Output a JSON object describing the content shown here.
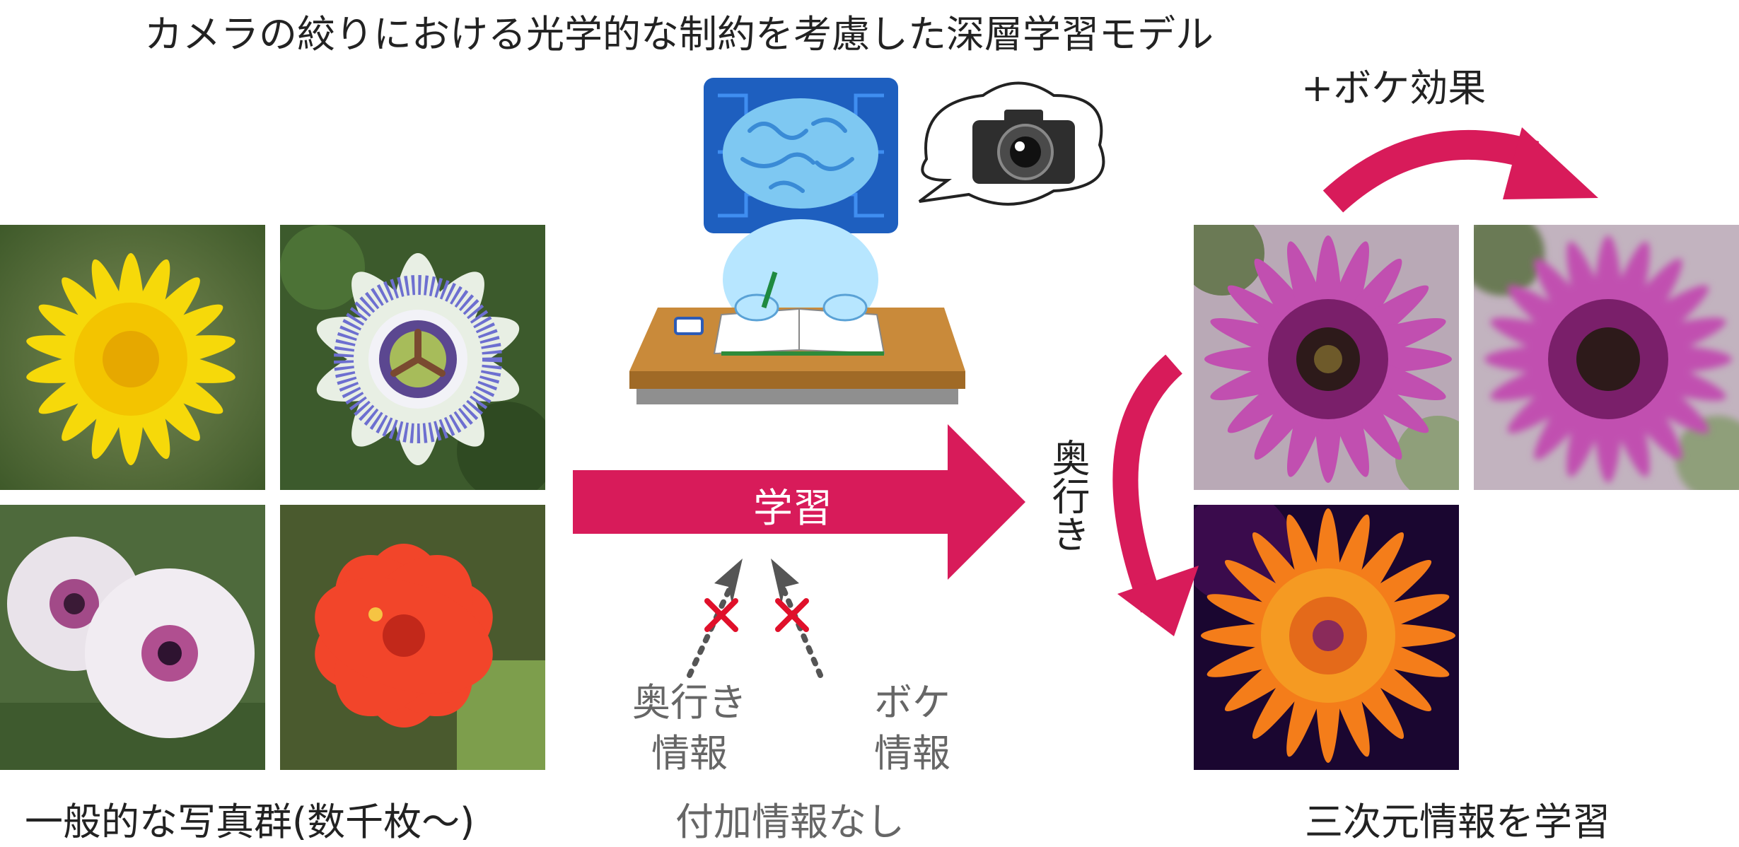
{
  "title": "カメラの絞りにおける光学的な制約を考慮した深層学習モデル",
  "left_caption": "一般的な写真群(数千枚〜)",
  "center_caption": "付加情報なし",
  "right_caption": "三次元情報を学習",
  "learn_arrow_label": "学習",
  "bokeh_effect_label": "+ボケ効果",
  "depth_label": "奥行き",
  "depth_info": {
    "line1": "奥行き",
    "line2": "情報"
  },
  "bokeh_info": {
    "line1": "ボケ",
    "line2": "情報"
  },
  "colors": {
    "accent": "#d81b5a",
    "cross": "#e0102a",
    "pointer_gray": "#555555"
  }
}
